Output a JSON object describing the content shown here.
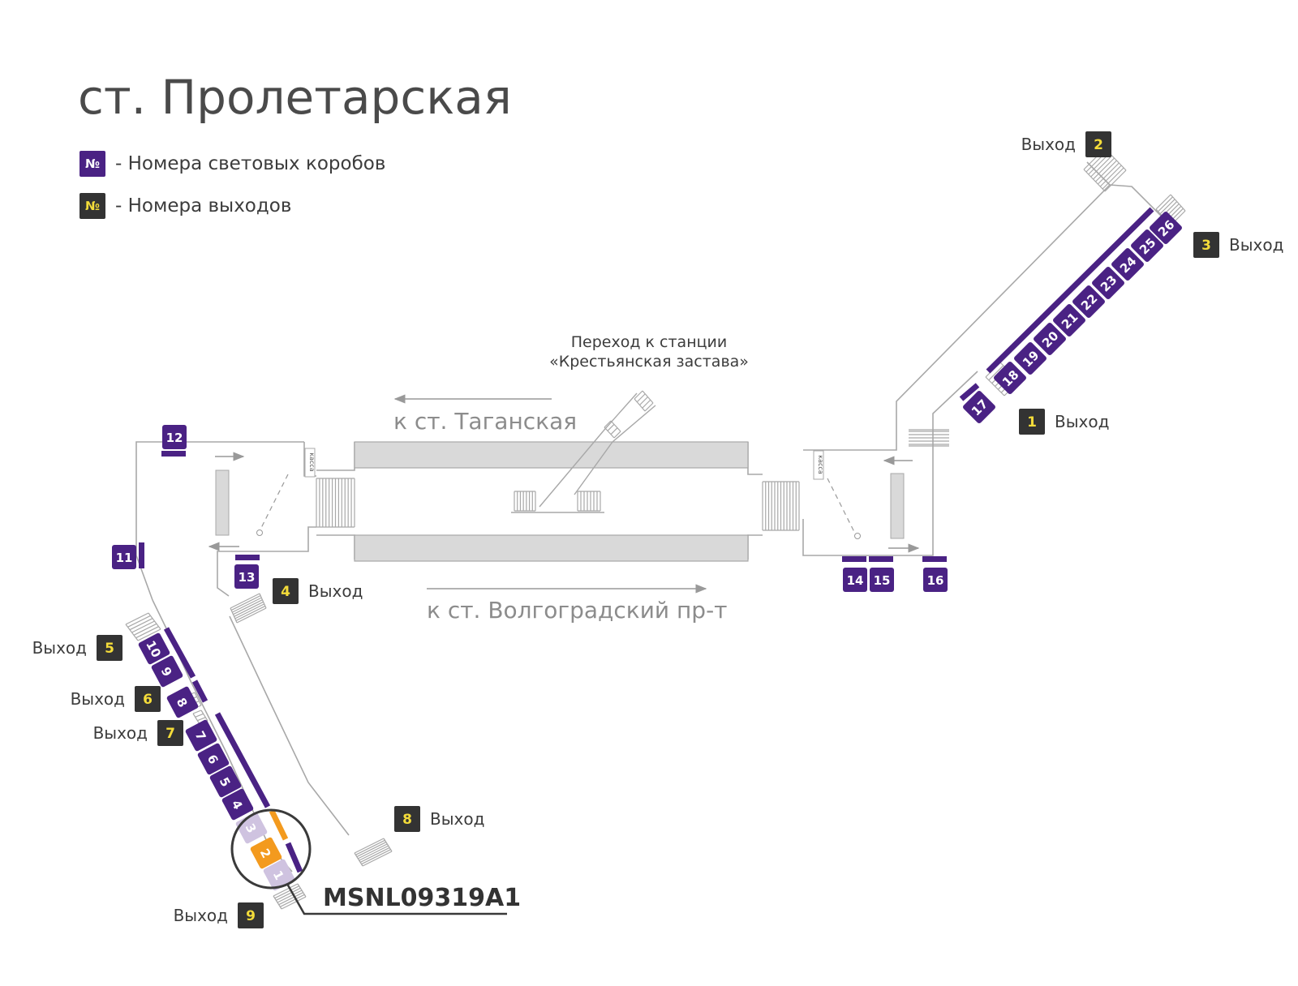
{
  "title": "ст. Пролетарская",
  "legend": [
    {
      "symbol": "№",
      "text": "- Номера световых коробов",
      "kind": "lightbox"
    },
    {
      "symbol": "№",
      "text": "- Номера выходов",
      "kind": "exit"
    }
  ],
  "colors": {
    "lightbox": "#4a2284",
    "lightbox_inactive": "#cfc3e0",
    "highlight": "#f39a1e",
    "exit": "#333333",
    "exit_number": "#f4dc3a",
    "wall": "#a8a8a8",
    "track": "#d9d9d9",
    "text": "#3c3c3c",
    "direction_text": "#8c8c8c"
  },
  "exit_word": "Выход",
  "exits": [
    "1",
    "2",
    "3",
    "4",
    "5",
    "6",
    "7",
    "8",
    "9"
  ],
  "lightboxes": [
    "1",
    "2",
    "3",
    "4",
    "5",
    "6",
    "7",
    "8",
    "9",
    "10",
    "11",
    "12",
    "13",
    "14",
    "15",
    "16",
    "17",
    "18",
    "19",
    "20",
    "21",
    "22",
    "23",
    "24",
    "25",
    "26"
  ],
  "highlighted_lightbox": "2",
  "transfer_line1": "Переход к станции",
  "transfer_line2": "«Крестьянская застава»",
  "direction_left": "к ст. Таганская",
  "direction_right": "к ст. Волгоградский пр-т",
  "kassa": "касса",
  "code": "MSNL09319A1"
}
